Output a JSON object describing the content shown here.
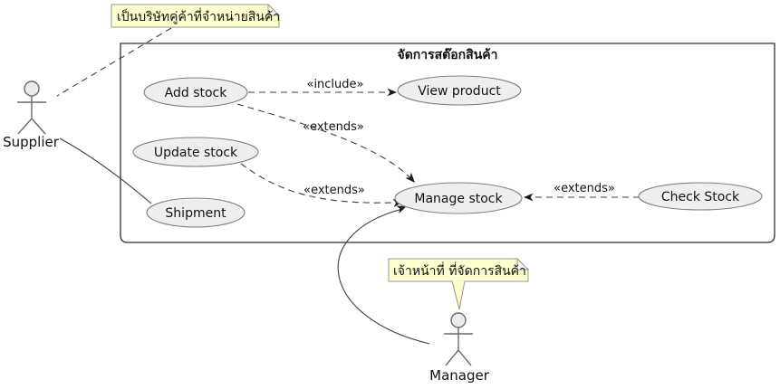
{
  "diagram_type": "uml-use-case-diagram",
  "system_boundary": {
    "title": "จัดการสต๊อกสินค้า"
  },
  "actors": [
    {
      "name": "Supplier"
    },
    {
      "name": "Manager"
    }
  ],
  "use_cases": [
    {
      "label": "Add stock"
    },
    {
      "label": "View product"
    },
    {
      "label": "Update stock"
    },
    {
      "label": "Shipment"
    },
    {
      "label": "Manage stock"
    },
    {
      "label": "Check Stock"
    }
  ],
  "notes": [
    {
      "text": "เป็นบริษัทคู่ค้าที่จำหน่ายสินค้า",
      "attached_to": "Supplier"
    },
    {
      "text": "เจ้าหน้าที่ ที่จัดการสินค้า",
      "attached_to": "Manager"
    }
  ],
  "edges": [
    {
      "from": "Add stock",
      "to": "View product",
      "label": "«include»",
      "style": "dashed-arrow"
    },
    {
      "from": "Add stock",
      "to": "Manage stock",
      "label": "«extends»",
      "style": "dashed-arrow"
    },
    {
      "from": "Update stock",
      "to": "Manage stock",
      "label": "«extends»",
      "style": "dashed-arrow"
    },
    {
      "from": "Check Stock",
      "to": "Manage stock",
      "label": "«extends»",
      "style": "dashed-arrow"
    },
    {
      "from": "Supplier",
      "to": "Shipment",
      "label": "",
      "style": "solid"
    },
    {
      "from": "Manager",
      "to": "Manage stock",
      "label": "",
      "style": "solid-arrow"
    },
    {
      "from": "Supplier",
      "to": "note-supplier",
      "label": "",
      "style": "dashed"
    }
  ],
  "colors": {
    "background": "#FFFFFF",
    "note_fill": "#FEFECE",
    "note_border": "#9A9A86",
    "usecase_fill": "#EFEFEF",
    "usecase_border": "#808080",
    "boundary_border": "#2F2F2F",
    "edge_line": "#3F3F3F",
    "arrowhead": "#1A1A1A",
    "actor_line": "#6B6B6B",
    "actor_head_fill": "#ECECEC",
    "text": "#111111"
  }
}
